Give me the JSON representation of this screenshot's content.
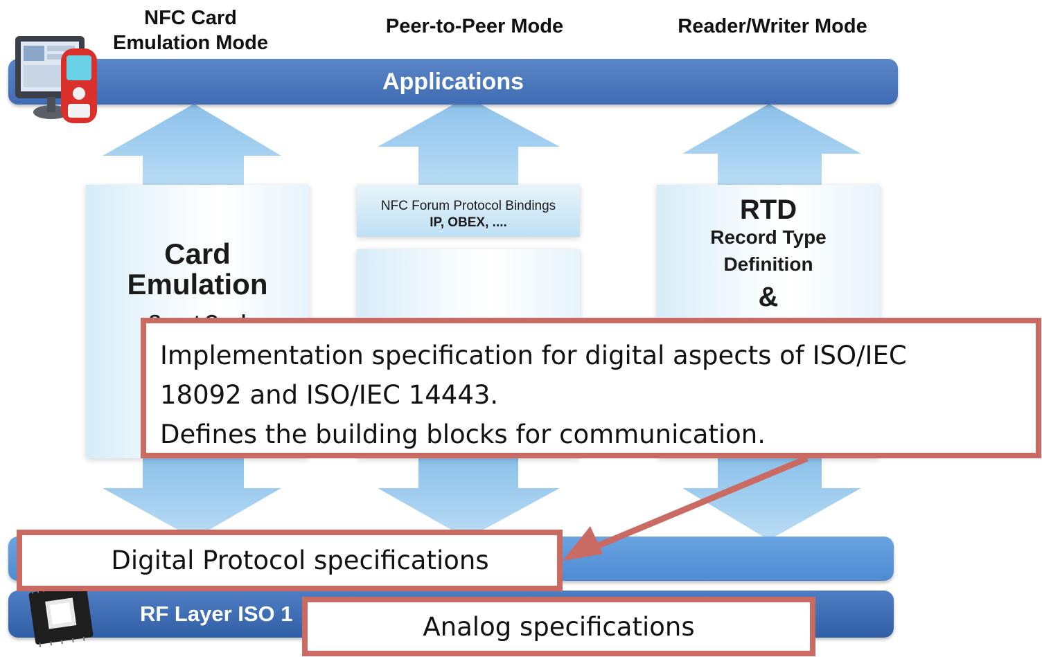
{
  "modes": {
    "card_emulation": "NFC Card\nEmulation Mode",
    "peer_to_peer": "Peer-to-Peer Mode",
    "reader_writer": "Reader/Writer Mode"
  },
  "bars": {
    "applications": "Applications",
    "rf_layer": "RF Layer ISO 1"
  },
  "panels": {
    "card_emulation": {
      "title": "Card\nEmulation",
      "subtitle_partial": "Smart Card"
    },
    "protocol_bindings": {
      "line1": "NFC Forum Protocol Bindings",
      "line2": "IP, OBEX, ...."
    },
    "rtd": {
      "title": "RTD",
      "subtitle": "Record Type\nDefinition",
      "ampersand": "&"
    }
  },
  "callouts": {
    "main": {
      "line1": "Implementation specification for digital aspects of ISO/IEC",
      "line2": "18092 and ISO/IEC 14443.",
      "line3": "Defines the building blocks for communication."
    },
    "digital": "Digital Protocol specifications",
    "analog": "Analog specifications"
  },
  "colors": {
    "callout_border": "#c96a63",
    "arrow_fill": "#9fcbee",
    "applications_bar": "#4a77bd",
    "digital_bar": "#5a97d9",
    "rf_bar": "#3f6eb4"
  },
  "icons": {
    "top_left": "computer-and-phone-icon",
    "bottom_left": "chip-icon"
  }
}
